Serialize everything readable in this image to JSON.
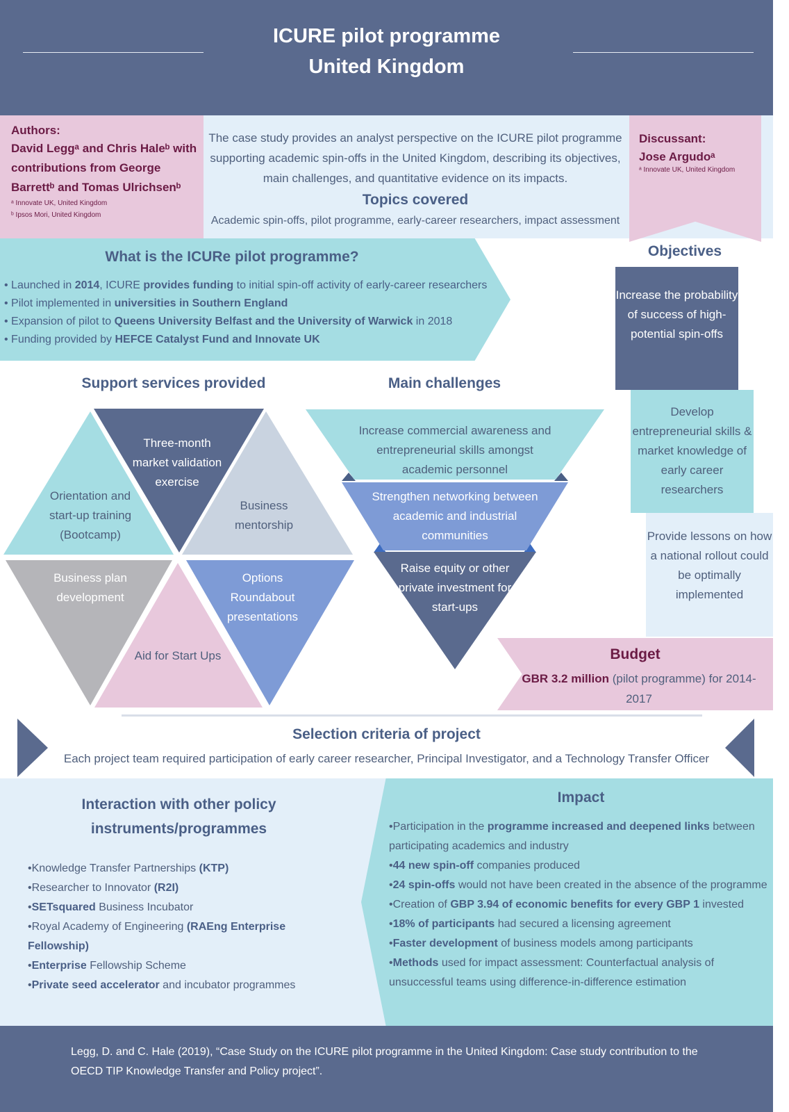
{
  "header": {
    "title_line1": "ICURE pilot programme",
    "title_line2": "United Kingdom"
  },
  "authors": {
    "label": "Authors:",
    "names": "David Leggᵃ and Chris Haleᵇ with contributions from George Barrettᵇ and Tomas Ulrichsenᵇ",
    "affiliation_a": "ᵃ Innovate UK, United Kingdom",
    "affiliation_b": "ᵇ Ipsos Mori, United Kingdom"
  },
  "discussant": {
    "label": "Discussant:",
    "name": "Jose Argudoᵃ",
    "affiliation": "ᵃ Innovate UK, United Kingdom"
  },
  "intro": {
    "text": "The case study provides an analyst perspective on the ICURE pilot programme supporting academic spin-offs in the United Kingdom, describing its objectives, main challenges, and quantitative evidence on its impacts.",
    "topics_heading": "Topics covered",
    "topics_text": "Academic spin-offs, pilot programme, early-career researchers, impact assessment"
  },
  "what": {
    "heading": "What is the ICURe pilot programme?",
    "items": [
      {
        "pre": "• Launched in ",
        "b1": "2014",
        "mid": ", ICURE ",
        "b2": "provides funding",
        "post": " to initial spin-off activity of early-career researchers"
      },
      {
        "pre": "• Pilot implemented in ",
        "b1": "universities in Southern England",
        "mid": "",
        "b2": "",
        "post": ""
      },
      {
        "pre": "• Expansion of pilot to ",
        "b1": "Queens University Belfast and the University of Warwick",
        "mid": "",
        "b2": "",
        "post": " in 2018"
      },
      {
        "pre": "• Funding provided by ",
        "b1": "HEFCE Catalyst Fund and Innovate UK",
        "mid": "",
        "b2": "",
        "post": ""
      }
    ]
  },
  "objectives": {
    "heading": "Objectives",
    "items": [
      "Increase the probability of success of high-potential spin-offs",
      "Develop entrepreneurial skills & market knowledge of early career researchers",
      "Provide lessons on how a national rollout could be optimally implemented"
    ]
  },
  "support": {
    "heading": "Support services provided",
    "items": [
      "Three-month market validation exercise",
      "Orientation and start-up training (Bootcamp)",
      "Business mentorship",
      "Business plan development",
      "Options Roundabout presentations",
      "Aid for Start Ups"
    ],
    "colors": [
      "#5a6a8e",
      "#a5dde3",
      "#c9d3e0",
      "#b5b5b9",
      "#7e9bd6",
      "#e8c8dc"
    ]
  },
  "challenges": {
    "heading": "Main challenges",
    "items": [
      "Increase commercial awareness and entrepreneurial skills amongst academic personnel",
      "Strengthen networking between academic and industrial communities",
      "Raise equity or other private investment for start-ups"
    ],
    "colors": [
      "#a5dde3",
      "#7e9bd6",
      "#5a6a8e"
    ]
  },
  "budget": {
    "heading": "Budget",
    "amount": "GBR 3.2 million",
    "detail": " (pilot programme) for 2014-2017"
  },
  "selection": {
    "heading": "Selection criteria of project",
    "text": "Each project team required participation of early career researcher, Principal Investigator, and a Technology Transfer Officer"
  },
  "interaction": {
    "heading": "Interaction with other policy instruments/programmes",
    "items": [
      {
        "pre": "•Knowledge Transfer Partnerships ",
        "b": "(KTP)",
        "post": ""
      },
      {
        "pre": "•Researcher to Innovator ",
        "b": "(R2I)",
        "post": ""
      },
      {
        "pre": "•",
        "b": "SETsquared",
        "post": " Business Incubator"
      },
      {
        "pre": "•Royal Academy of Engineering ",
        "b": "(RAEng Enterprise Fellowship)",
        "post": ""
      },
      {
        "pre": "•",
        "b": "Enterprise",
        "post": " Fellowship Scheme"
      },
      {
        "pre": "•",
        "b": "Private seed accelerator",
        "post": " and incubator programmes"
      }
    ]
  },
  "impact": {
    "heading": "Impact",
    "items": [
      {
        "pre": "•Participation in the ",
        "b": "programme increased and deepened links",
        "post": " between participating academics and industry"
      },
      {
        "pre": "•",
        "b": "44 new spin-off",
        "post": " companies produced"
      },
      {
        "pre": "•",
        "b": "24 spin-offs",
        "post": " would not have been created in the absence of the programme"
      },
      {
        "pre": "•Creation of ",
        "b": "GBP 3.94 of economic benefits for every GBP 1",
        "post": " invested"
      },
      {
        "pre": "•",
        "b": "18% of participants",
        "post": " had secured a licensing agreement"
      },
      {
        "pre": "•",
        "b": "Faster development",
        "post": " of business models among participants"
      },
      {
        "pre": "•",
        "b": "Methods",
        "post": " used for impact assessment: Counterfactual analysis of unsuccessful teams using difference-in-difference estimation"
      }
    ]
  },
  "footer": {
    "citation": "Legg, D. and C. Hale (2019), “Case Study on the ICURE pilot programme in the United Kingdom: Case study contribution to the OECD TIP Knowledge Transfer and Policy project”."
  }
}
